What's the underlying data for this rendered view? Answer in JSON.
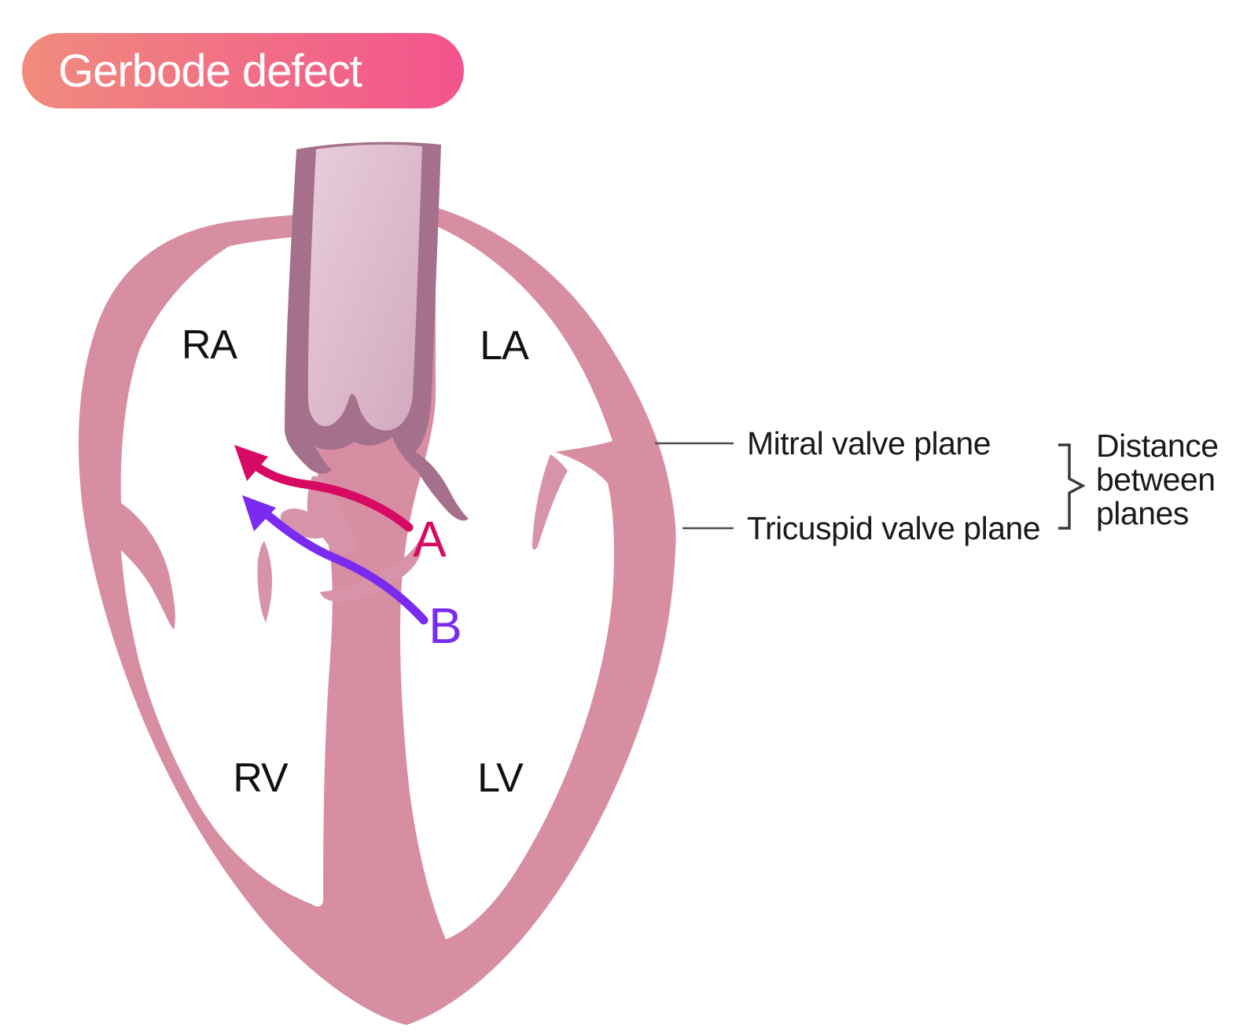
{
  "badge": {
    "label": "Gerbode defect",
    "gradient_left": "#F08B7D",
    "gradient_right": "#F2548D",
    "text_color": "#FFFFFF"
  },
  "chambers": {
    "ra": "RA",
    "la": "LA",
    "rv": "RV",
    "lv": "LV"
  },
  "arrows": {
    "a": {
      "label": "A",
      "color": "#D60A62"
    },
    "b": {
      "label": "B",
      "color": "#7B2BF0"
    }
  },
  "annotations": {
    "mitral": "Mitral valve plane",
    "tricuspid": "Tricuspid valve plane",
    "distance_lines": [
      "Distance",
      "between",
      "planes"
    ],
    "line_color": "#4D4D4D",
    "bracket_color": "#3A3A3A",
    "text_color": "#1A1A1A"
  },
  "heart": {
    "wall_color": "#D78EA2",
    "cavity_color": "#FFFFFF",
    "leaflet_color": "#D794A9",
    "aorta_wall_color": "#A5708C",
    "aorta_lumen_light": "#E8CDD9",
    "aorta_lumen_dark": "#D2A8BE"
  }
}
